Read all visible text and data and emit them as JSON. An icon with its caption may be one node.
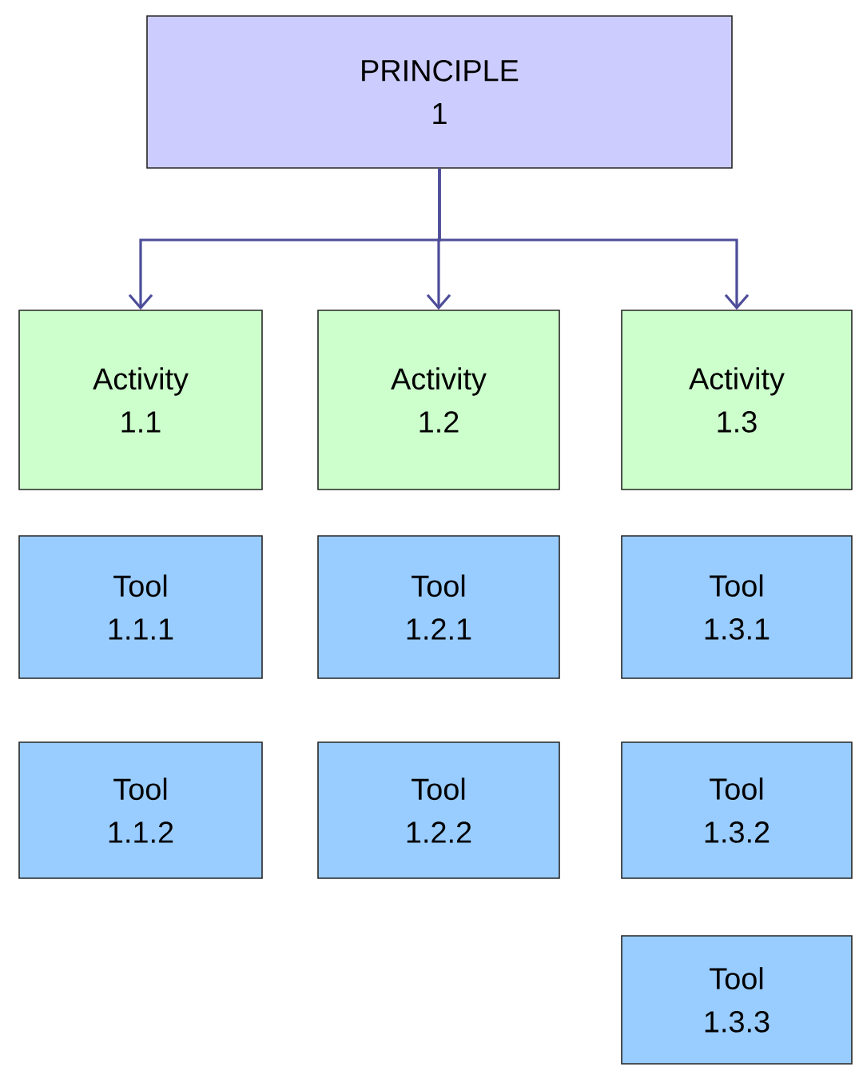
{
  "diagram": {
    "nodes": [
      {
        "text": [
          "PRINCIPLE",
          "1"
        ]
      },
      {
        "text": [
          "Activity",
          "1.1"
        ]
      },
      {
        "text": [
          "Activity",
          "1.2"
        ]
      },
      {
        "text": [
          "Activity",
          "1.3"
        ]
      },
      {
        "text": [
          "Tool",
          "1.1.1"
        ]
      },
      {
        "text": [
          "Tool",
          "1.2.1"
        ]
      },
      {
        "text": [
          "Tool",
          "1.3.1"
        ]
      },
      {
        "text": [
          "Tool",
          "1.1.2"
        ]
      },
      {
        "text": [
          "Tool",
          "1.2.2"
        ]
      },
      {
        "text": [
          "Tool",
          "1.3.2"
        ]
      },
      {
        "text": [
          "Tool",
          "1.3.3"
        ]
      }
    ],
    "edges": [
      {
        "from": 0,
        "to": 1,
        "arrow": "to"
      },
      {
        "from": 0,
        "to": 2,
        "arrow": "to"
      },
      {
        "from": 0,
        "to": 3,
        "arrow": "to"
      }
    ]
  }
}
